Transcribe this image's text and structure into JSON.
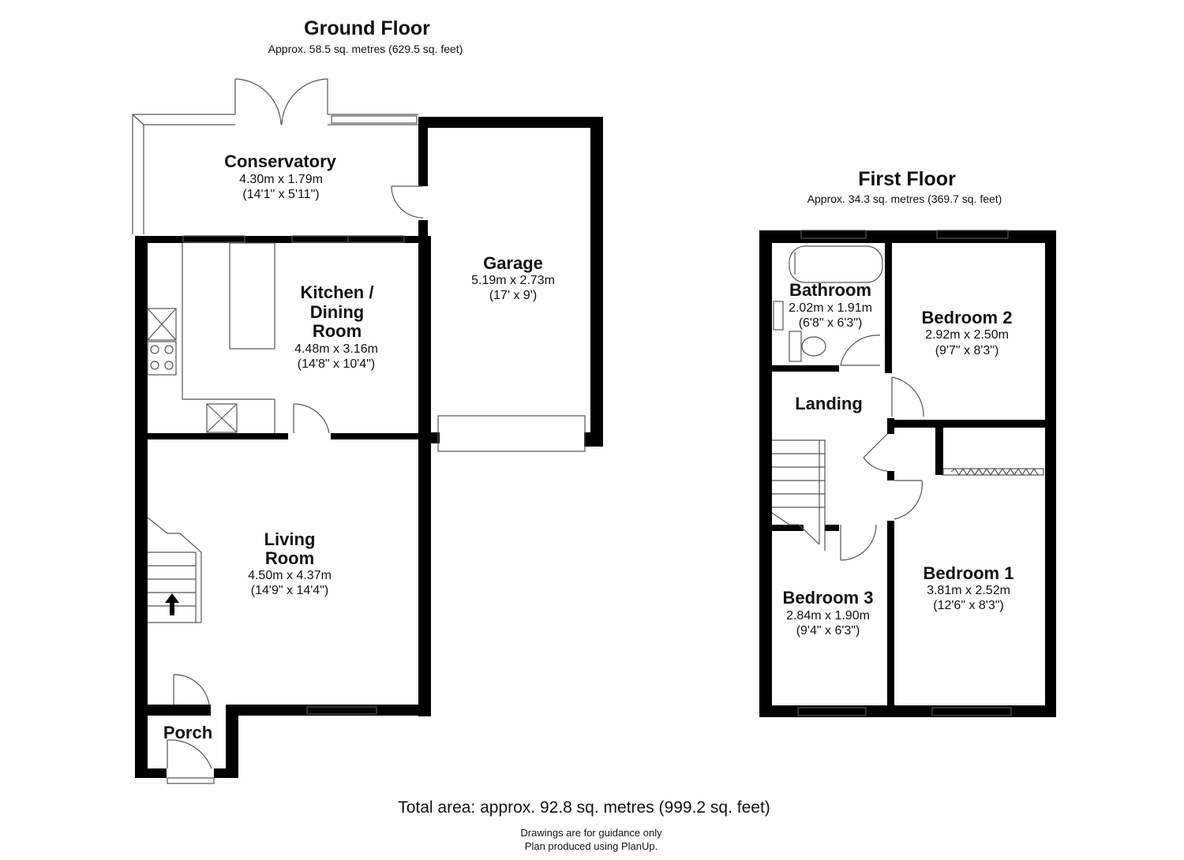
{
  "ground_floor": {
    "title": "Ground Floor",
    "area": "Approx. 58.5 sq. metres (629.5 sq. feet)",
    "rooms": {
      "conservatory": {
        "name": "Conservatory",
        "dim_m": "4.30m x 1.79m",
        "dim_ft": "(14'1\" x 5'11\")"
      },
      "kitchen": {
        "name_1": "Kitchen /",
        "name_2": "Dining",
        "name_3": "Room",
        "dim_m": "4.48m x 3.16m",
        "dim_ft": "(14'8\" x 10'4\")"
      },
      "garage": {
        "name": "Garage",
        "dim_m": "5.19m x 2.73m",
        "dim_ft": "(17' x 9')"
      },
      "living": {
        "name_1": "Living",
        "name_2": "Room",
        "dim_m": "4.50m x 4.37m",
        "dim_ft": "(14'9\" x 14'4\")"
      },
      "porch": {
        "name": "Porch"
      }
    }
  },
  "first_floor": {
    "title": "First Floor",
    "area": "Approx. 34.3 sq. metres (369.7 sq. feet)",
    "rooms": {
      "bathroom": {
        "name": "Bathroom",
        "dim_m": "2.02m x 1.91m",
        "dim_ft": "(6'8\" x 6'3\")"
      },
      "bedroom2": {
        "name": "Bedroom 2",
        "dim_m": "2.92m x 2.50m",
        "dim_ft": "(9'7\" x 8'3\")"
      },
      "landing": {
        "name": "Landing"
      },
      "bedroom3": {
        "name": "Bedroom 3",
        "dim_m": "2.84m x 1.90m",
        "dim_ft": "(9'4\" x 6'3\")"
      },
      "bedroom1": {
        "name": "Bedroom 1",
        "dim_m": "3.81m x 2.52m",
        "dim_ft": "(12'6\" x 8'3\")"
      }
    }
  },
  "footer": {
    "total_area": "Total area: approx. 92.8 sq. metres (999.2 sq. feet)",
    "note_1": "Drawings are for guidance only",
    "note_2": "Plan produced using PlanUp."
  },
  "colors": {
    "wall": "#000000",
    "line": "#555555",
    "background": "#ffffff"
  }
}
